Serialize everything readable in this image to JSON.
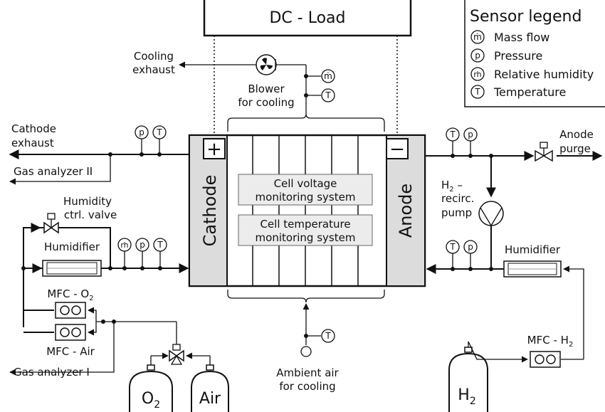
{
  "dc_load": "DC - Load",
  "legend": {
    "title": "Sensor legend",
    "items": [
      {
        "symbol": "ṁ",
        "label": "Mass flow"
      },
      {
        "symbol": "p",
        "label": "Pressure"
      },
      {
        "symbol": "rh",
        "label": "Relative humidity"
      },
      {
        "symbol": "T",
        "label": "Temperature"
      }
    ]
  },
  "stack": {
    "cathode": "Cathode",
    "anode": "Anode",
    "plus": "+",
    "minus": "−",
    "cell_voltage": [
      "Cell voltage",
      "monitoring system"
    ],
    "cell_temperature": [
      "Cell temperature",
      "monitoring system"
    ]
  },
  "labels": {
    "cooling_exhaust": [
      "Cooling",
      "exhaust"
    ],
    "blower": [
      "Blower",
      "for cooling"
    ],
    "cathode_exhaust": [
      "Cathode",
      "exhaust"
    ],
    "gas_analyzer_2": "Gas analyzer II",
    "humidity_valve": [
      "Humidity",
      "ctrl. valve"
    ],
    "humidifier_left": "Humidifier",
    "mfc_o2": "MFC - O",
    "mfc_o2_sub": "2",
    "mfc_air": "MFC - Air",
    "gas_analyzer_1": "Gas analyzer I",
    "ambient_air": [
      "Ambient air",
      "for cooling"
    ],
    "anode_purge": [
      "Anode",
      "purge"
    ],
    "h2_recirc": [
      "H",
      "2",
      " –",
      "recirc.",
      "pump"
    ],
    "humidifier_right": "Humidifier",
    "mfc_h2": "MFC - H",
    "mfc_h2_sub": "2"
  },
  "tanks": {
    "o2": "O",
    "o2_sub": "2",
    "air": "Air",
    "h2": "H",
    "h2_sub": "2"
  },
  "sensors": {
    "mass_flow": "ṁ",
    "pressure": "p",
    "humidity": "rh",
    "temperature": "T"
  }
}
